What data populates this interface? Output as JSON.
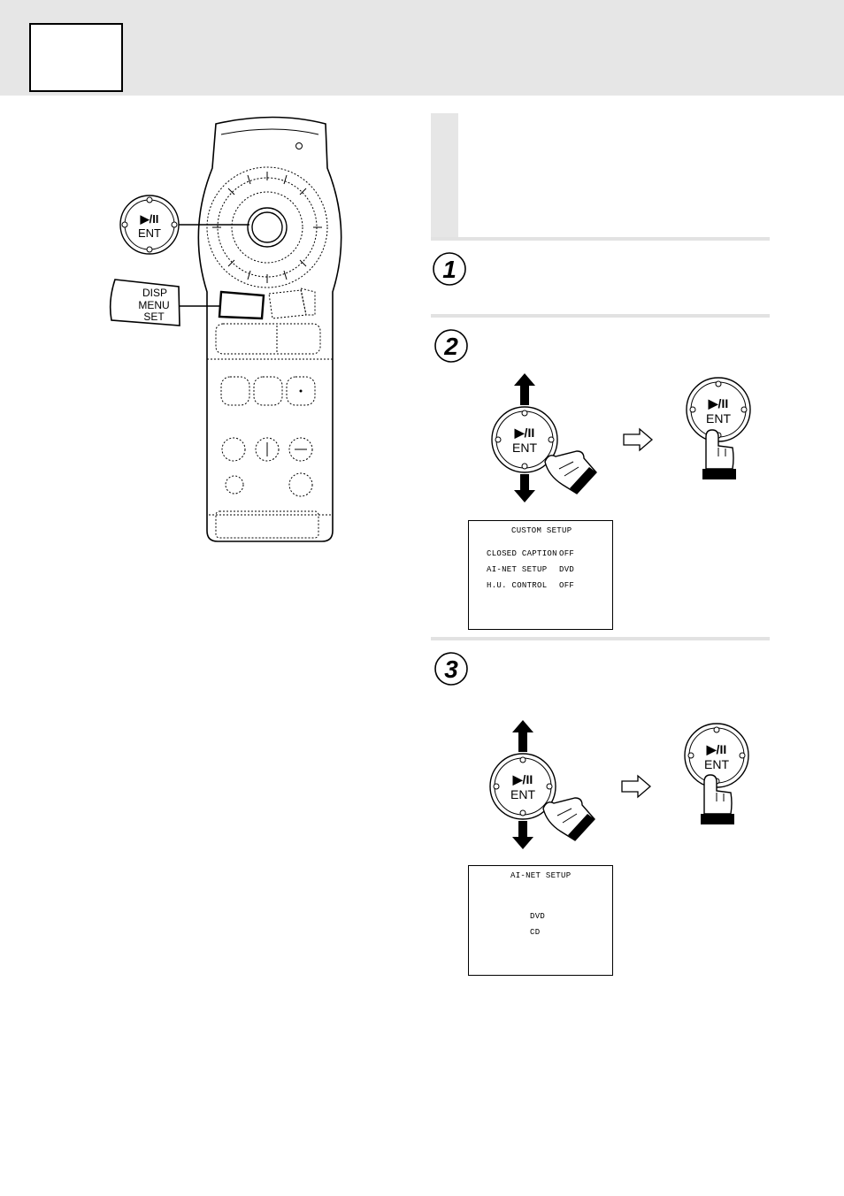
{
  "remote": {
    "callout_ent_symbol": "▶/II",
    "callout_ent_label": "ENT",
    "callout_disp_line1": "DISP",
    "callout_disp_line2": "MENU",
    "callout_disp_line3": "SET"
  },
  "steps": [
    {
      "number": "1"
    },
    {
      "number": "2",
      "button_symbol": "▶/II",
      "button_label": "ENT"
    },
    {
      "number": "3",
      "button_symbol": "▶/II",
      "button_label": "ENT"
    }
  ],
  "screen_custom_setup": {
    "title": "CUSTOM SETUP",
    "rows": [
      {
        "label": "CLOSED CAPTION",
        "value": "OFF"
      },
      {
        "label": "AI-NET SETUP",
        "value": "DVD"
      },
      {
        "label": "H.U. CONTROL",
        "value": "OFF"
      }
    ]
  },
  "screen_ainet_setup": {
    "title": "AI-NET SETUP",
    "options": [
      "DVD",
      "CD"
    ]
  }
}
